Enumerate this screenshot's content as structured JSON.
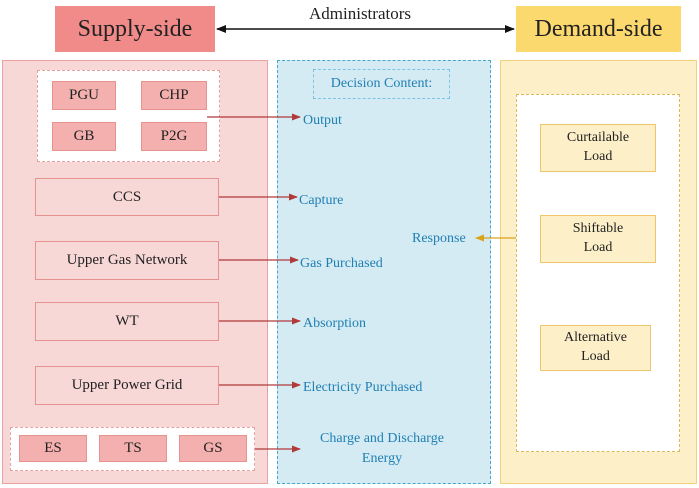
{
  "header": {
    "supply_label": "Supply-side",
    "demand_label": "Demand-side",
    "admin_label": "Administrators"
  },
  "supply": {
    "generators": [
      "PGU",
      "CHP",
      "GB",
      "P2G"
    ],
    "ccs": "CCS",
    "gas_network": "Upper Gas Network",
    "wt": "WT",
    "power_grid": "Upper Power Grid",
    "storage": [
      "ES",
      "TS",
      "GS"
    ]
  },
  "decision": {
    "title": "Decision Content:",
    "output": "Output",
    "capture": "Capture",
    "gas_purchased": "Gas Purchased",
    "absorption": "Absorption",
    "electricity_purchased": "Electricity Purchased",
    "charge_line1": "Charge and Discharge",
    "charge_line2": "Energy",
    "response": "Response"
  },
  "demand": {
    "curtailable_line1": "Curtailable",
    "curtailable_line2": "Load",
    "shiftable_line1": "Shiftable",
    "shiftable_line2": "Load",
    "alternative_line1": "Alternative",
    "alternative_line2": "Load"
  },
  "colors": {
    "supply_header": "#f08b89",
    "demand_header": "#fcd96f",
    "supply_panel": "#f8d7d7",
    "decision_panel": "#d4ebf3",
    "demand_panel": "#fdf0c9",
    "arrow_red": "#b03a3a",
    "arrow_yellow": "#d9a21b",
    "text_blue": "#1f7fb3"
  }
}
